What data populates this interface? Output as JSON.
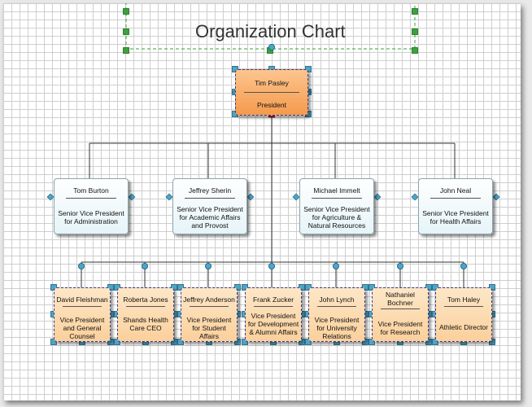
{
  "chart_title": "Organization Chart",
  "president": {
    "name": "Tim Pasley",
    "role": "President"
  },
  "vice_presidents": [
    {
      "name": "Tom Burton",
      "role": "Senior Vice President for Administration"
    },
    {
      "name": "Jeffrey Sherin",
      "role": "Senior Vice President for Academic Affairs and Provost"
    },
    {
      "name": "Michael Immelt",
      "role": "Senior Vice President for Agriculture & Natural Resources"
    },
    {
      "name": "John Neal",
      "role": "Senior Vice President for Health Affairs"
    }
  ],
  "staff": [
    {
      "name": "David Fleishman",
      "role": "Vice President and General Counsel"
    },
    {
      "name": "Roberta Jones",
      "role": "Shands Health Care CEO"
    },
    {
      "name": "Jeffrey Anderson",
      "role": "Vice President for Student Affairs"
    },
    {
      "name": "Frank Zucker",
      "role": "Vice President for Development & Alumni Affairs"
    },
    {
      "name": "John Lynch",
      "role": "Vice President for University Relations"
    },
    {
      "name": "Nathaniel Bochner",
      "role": "Vice President for Research"
    },
    {
      "name": "Tom Haley",
      "role": "Athletic Director"
    }
  ],
  "colors": {
    "handle": "#4aa6c8",
    "handle_border": "#1c5a78",
    "selection_green": "#3aa33a",
    "anchor_red": "#e02020",
    "connector": "#333333",
    "control_yellow": "#f2d21a"
  }
}
